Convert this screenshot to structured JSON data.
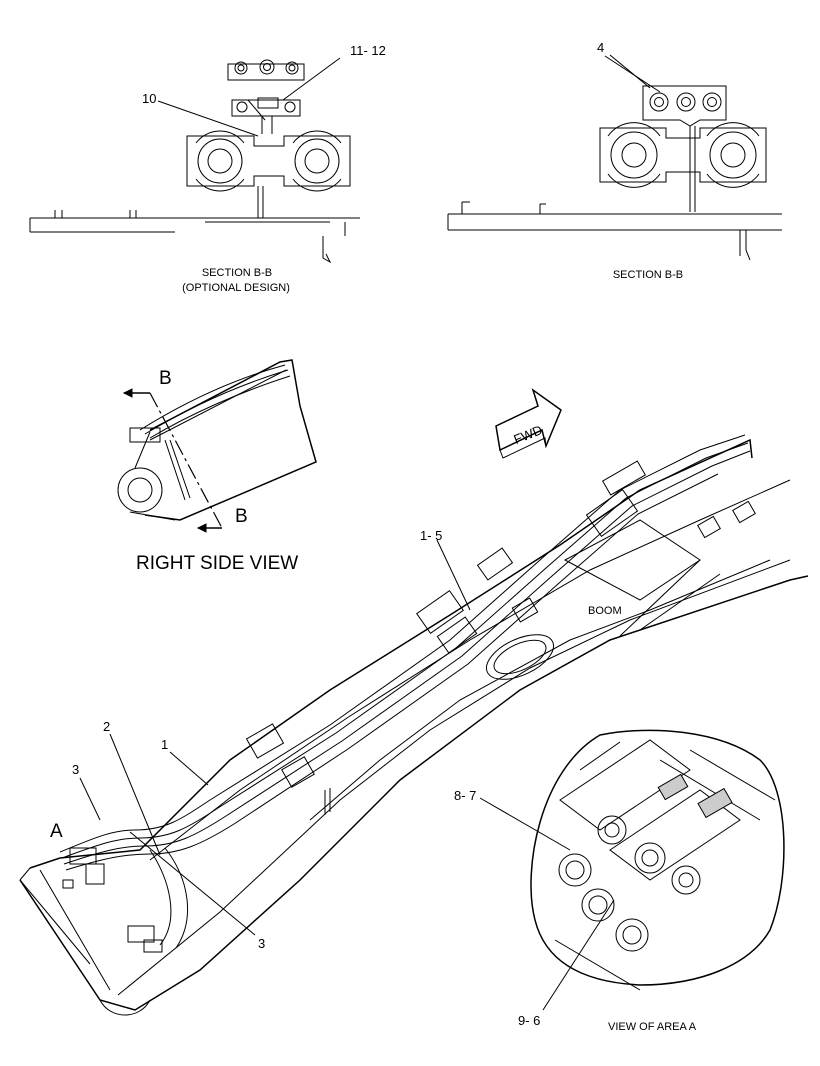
{
  "callouts": {
    "c_11_12": "11- 12",
    "c_10": "10",
    "c_4": "4",
    "c_1_5": "1- 5",
    "c_2": "2",
    "c_3a": "3",
    "c_1": "1",
    "c_3b": "3",
    "c_8_7": "8- 7",
    "c_9_6": "9- 6"
  },
  "labels": {
    "section_left_line1": "SECTION B-B",
    "section_left_line2": "(OPTIONAL DESIGN)",
    "section_right": "SECTION B-B",
    "section_mark_top": "B",
    "section_mark_bottom": "B",
    "right_side_view": "RIGHT SIDE VIEW",
    "fwd": "FWD",
    "boom": "BOOM",
    "area_a": "A",
    "view_of_area_a": "VIEW OF AREA  A"
  }
}
